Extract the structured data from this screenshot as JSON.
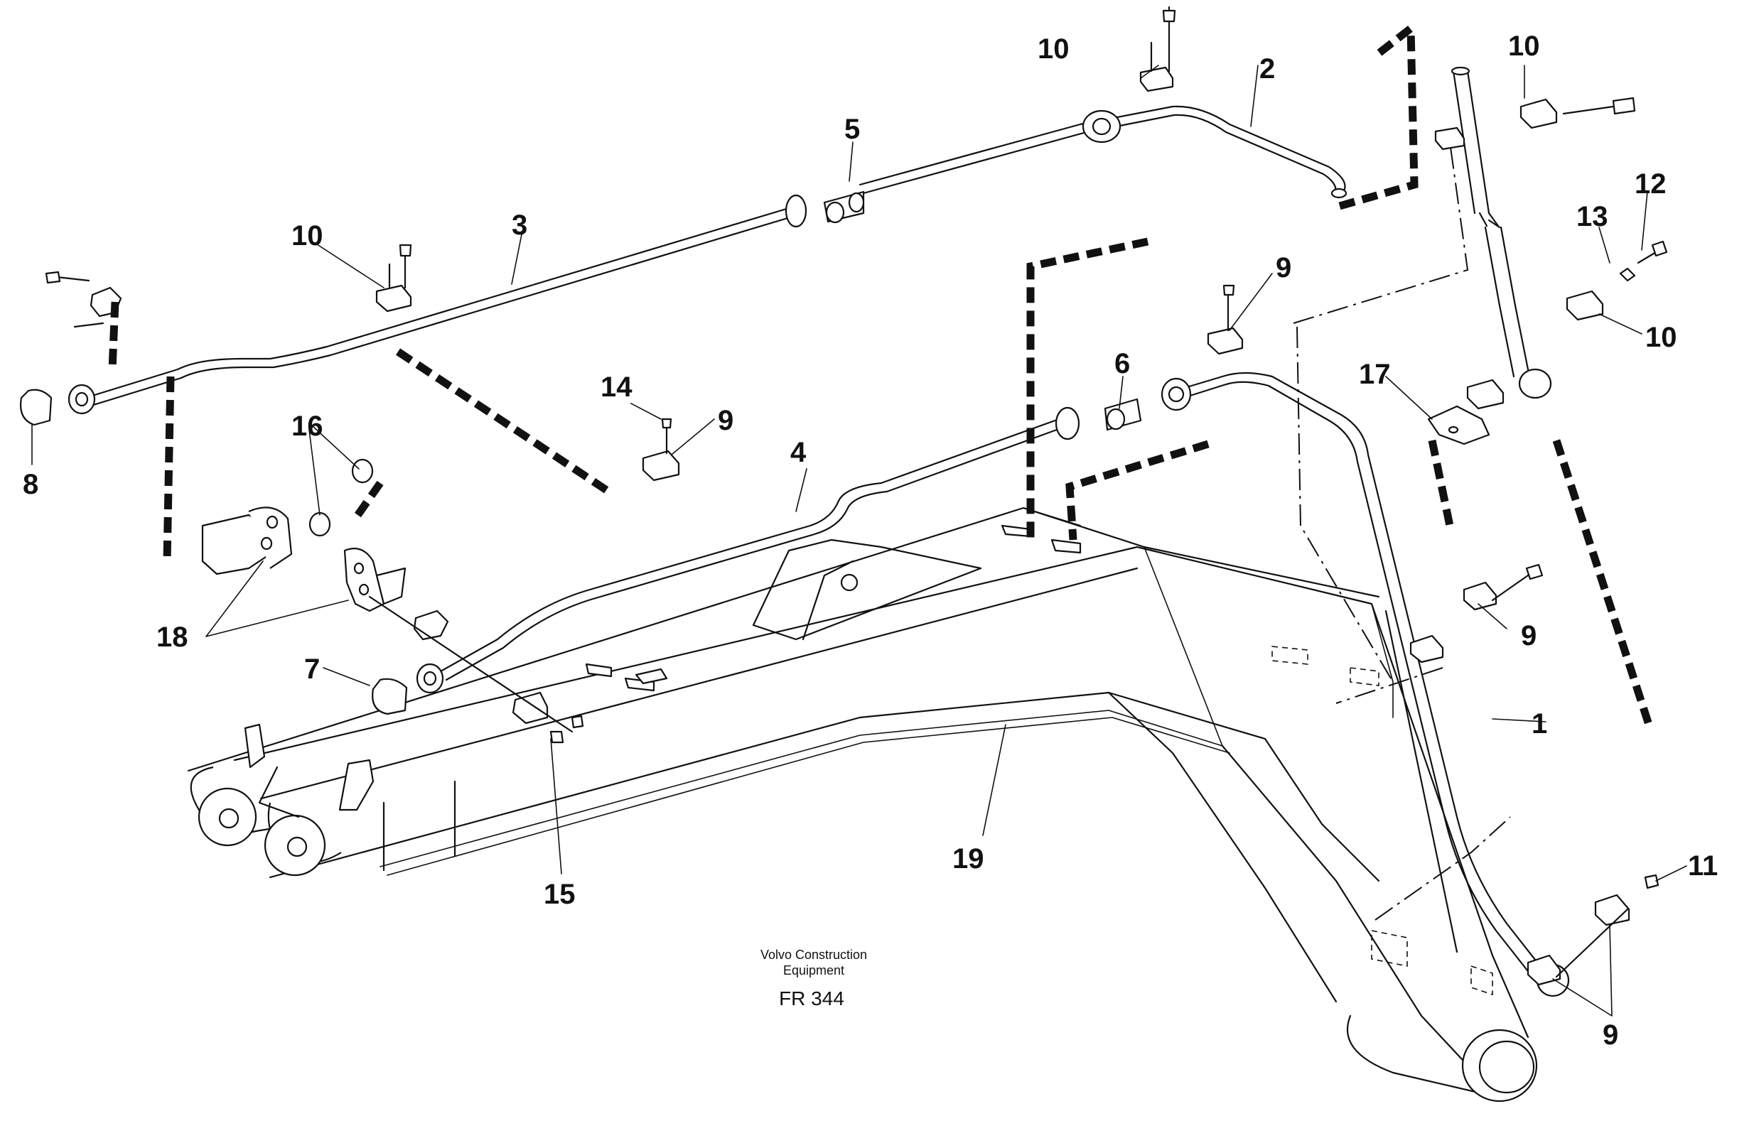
{
  "caption": {
    "manufacturer_line1": "Volvo Construction",
    "manufacturer_line2": "Equipment",
    "figure_code": "FR 344"
  },
  "callouts": [
    {
      "id": "c1",
      "text": "1"
    },
    {
      "id": "c2",
      "text": "2"
    },
    {
      "id": "c3",
      "text": "3"
    },
    {
      "id": "c4",
      "text": "4"
    },
    {
      "id": "c5",
      "text": "5"
    },
    {
      "id": "c6",
      "text": "6"
    },
    {
      "id": "c7",
      "text": "7"
    },
    {
      "id": "c8",
      "text": "8"
    },
    {
      "id": "c9a",
      "text": "9"
    },
    {
      "id": "c9b",
      "text": "9"
    },
    {
      "id": "c9c",
      "text": "9"
    },
    {
      "id": "c9d",
      "text": "9"
    },
    {
      "id": "c10a",
      "text": "10"
    },
    {
      "id": "c10b",
      "text": "10"
    },
    {
      "id": "c10c",
      "text": "10"
    },
    {
      "id": "c10d",
      "text": "10"
    },
    {
      "id": "c11",
      "text": "11"
    },
    {
      "id": "c12",
      "text": "12"
    },
    {
      "id": "c13",
      "text": "13"
    },
    {
      "id": "c14",
      "text": "14"
    },
    {
      "id": "c15",
      "text": "15"
    },
    {
      "id": "c16",
      "text": "16"
    },
    {
      "id": "c17",
      "text": "17"
    },
    {
      "id": "c18",
      "text": "18"
    },
    {
      "id": "c19",
      "text": "19"
    }
  ]
}
